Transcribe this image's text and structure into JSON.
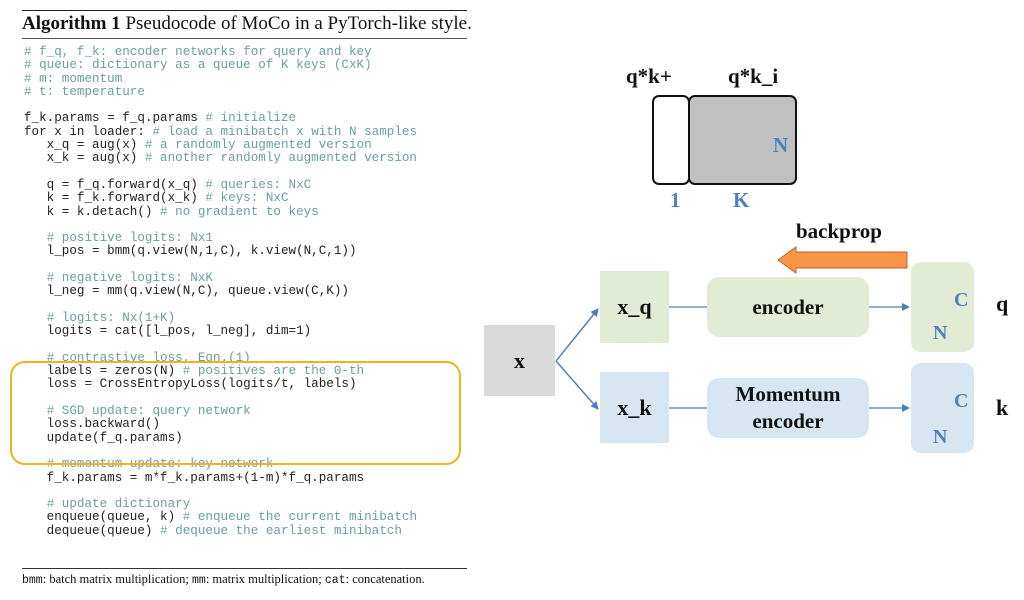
{
  "algorithm": {
    "title_bold": "Algorithm 1",
    "title_rest": " Pseudocode of MoCo in a PyTorch-like style.",
    "code_lines": [
      {
        "code": "",
        "comment": "# f_q, f_k: encoder networks for query and key"
      },
      {
        "code": "",
        "comment": "# queue: dictionary as a queue of K keys (CxK)"
      },
      {
        "code": "",
        "comment": "# m: momentum"
      },
      {
        "code": "",
        "comment": "# t: temperature"
      },
      {
        "code": "",
        "comment": ""
      },
      {
        "code": "f_k.params = f_q.params ",
        "comment": "# initialize"
      },
      {
        "code": "for x in loader: ",
        "comment": "# load a minibatch x with N samples"
      },
      {
        "code": "   x_q = aug(x) ",
        "comment": "# a randomly augmented version"
      },
      {
        "code": "   x_k = aug(x) ",
        "comment": "# another randomly augmented version"
      },
      {
        "code": "",
        "comment": ""
      },
      {
        "code": "   q = f_q.forward(x_q) ",
        "comment": "# queries: NxC"
      },
      {
        "code": "   k = f_k.forward(x_k) ",
        "comment": "# keys: NxC"
      },
      {
        "code": "   k = k.detach() ",
        "comment": "# no gradient to keys"
      },
      {
        "code": "",
        "comment": ""
      },
      {
        "code": "   ",
        "comment": "# positive logits: Nx1"
      },
      {
        "code": "   l_pos = bmm(q.view(N,1,C), k.view(N,C,1))",
        "comment": ""
      },
      {
        "code": "",
        "comment": ""
      },
      {
        "code": "   ",
        "comment": "# negative logits: NxK"
      },
      {
        "code": "   l_neg = mm(q.view(N,C), queue.view(C,K))",
        "comment": ""
      },
      {
        "code": "",
        "comment": ""
      },
      {
        "code": "   ",
        "comment": "# logits: Nx(1+K)"
      },
      {
        "code": "   logits = cat([l_pos, l_neg], dim=1)",
        "comment": ""
      },
      {
        "code": "",
        "comment": ""
      },
      {
        "code": "   ",
        "comment": "# contrastive loss, Eqn.(1)"
      },
      {
        "code": "   labels = zeros(N) ",
        "comment": "# positives are the 0-th"
      },
      {
        "code": "   loss = CrossEntropyLoss(logits/t, labels)",
        "comment": ""
      },
      {
        "code": "",
        "comment": ""
      },
      {
        "code": "   ",
        "comment": "# SGD update: query network"
      },
      {
        "code": "   loss.backward()",
        "comment": ""
      },
      {
        "code": "   update(f_q.params)",
        "comment": ""
      },
      {
        "code": "",
        "comment": ""
      },
      {
        "code": "   ",
        "comment": "# momentum update: key network"
      },
      {
        "code": "   f_k.params = m*f_k.params+(1-m)*f_q.params",
        "comment": ""
      },
      {
        "code": "",
        "comment": ""
      },
      {
        "code": "   ",
        "comment": "# update dictionary"
      },
      {
        "code": "   enqueue(queue, k) ",
        "comment": "# enqueue the current minibatch"
      },
      {
        "code": "   dequeue(queue) ",
        "comment": "# dequeue the earliest minibatch"
      }
    ],
    "footnote": {
      "t1": "bmm",
      "d1": ": batch matrix multiplication; ",
      "t2": "mm",
      "d2": ": matrix multiplication; ",
      "t3": "cat",
      "d3": ": concatenation."
    },
    "highlight_color": "#f2b219"
  },
  "diagram": {
    "logits": {
      "pos_label": "q*k+",
      "neg_label": "q*k_i",
      "pos_width_label": "1",
      "neg_width_label": "K",
      "height_label": "N"
    },
    "input_label": "x",
    "query_branch": {
      "aug_label": "x_q",
      "encoder_label": "encoder",
      "out_c": "C",
      "out_n": "N",
      "out_name": "q"
    },
    "key_branch": {
      "aug_label": "x_k",
      "encoder_label_line1": "Momentum",
      "encoder_label_line2": "encoder",
      "out_c": "C",
      "out_n": "N",
      "out_name": "k"
    },
    "backprop_label": "backprop",
    "colors": {
      "query_fill": "#e2ecd5",
      "key_fill": "#d8e6f2",
      "input_fill": "#d9d9d9",
      "neg_logits_fill": "#c0c0c0",
      "blue_text": "#4f81bd",
      "arrow": "#4a7ebb",
      "backprop_arrow": "#f79646"
    }
  }
}
